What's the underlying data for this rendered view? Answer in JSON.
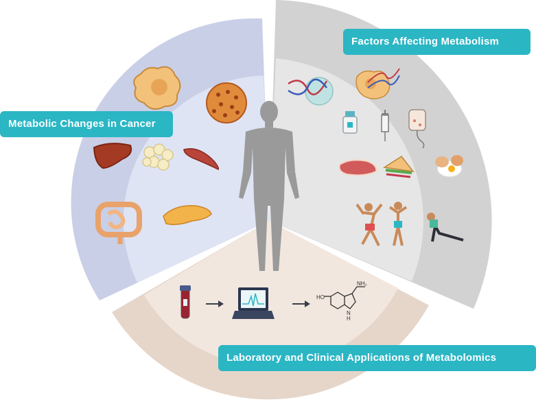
{
  "labels": {
    "cancer": "Metabolic Changes in Cancer",
    "factors": "Factors Affecting Metabolism",
    "lab": "Laboratory and Clinical Applications of Metabolomics"
  },
  "molecule": {
    "ho": "HO",
    "nh2": "NH₂",
    "nh": "N",
    "h": "H"
  },
  "colors": {
    "cancer_outer": "#c9cfe6",
    "cancer_inner": "#dfe4f4",
    "factors_outer": "#d2d2d2",
    "factors_inner": "#e6e6e6",
    "lab_outer": "#e6d6ca",
    "lab_inner": "#f2e7df",
    "label_bg": "#2bb6c4",
    "human": "#9a9a9a"
  }
}
